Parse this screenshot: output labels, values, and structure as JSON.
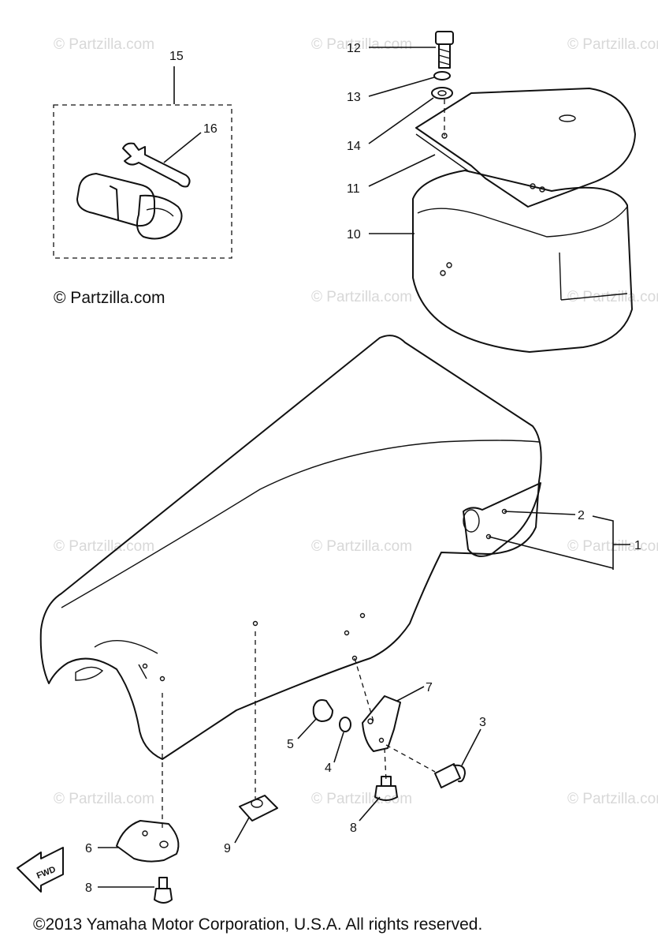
{
  "watermark": "© Partzilla.com",
  "credit": "© Partzilla.com",
  "copyright": "©2013 Yamaha Motor Corporation, U.S.A. All rights reserved.",
  "fwd": "FWD",
  "labels": {
    "p1": "1",
    "p2": "2",
    "p3": "3",
    "p4": "4",
    "p5": "5",
    "p6": "6",
    "p7": "7",
    "p8a": "8",
    "p8b": "8",
    "p9": "9",
    "p10": "10",
    "p11": "11",
    "p12": "12",
    "p13": "13",
    "p14": "14",
    "p15": "15",
    "p16": "16"
  }
}
